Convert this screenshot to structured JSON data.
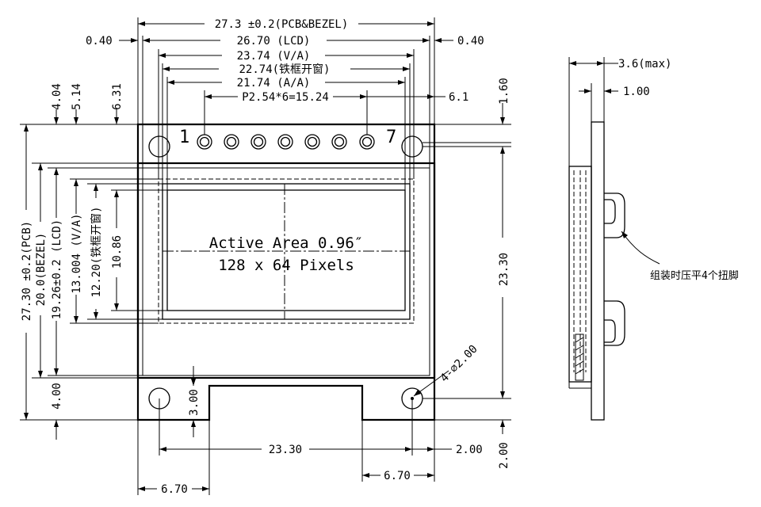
{
  "front_view": {
    "dims": {
      "pcb_bezel_width": "27.3 ±0.2(PCB&BEZEL)",
      "lcd_width": "26.70 (LCD)",
      "va_width": "23.74 (V/A)",
      "frame_window_width": "22.74(铁框开窗)",
      "aa_width": "21.74 (A/A)",
      "pin_pitch": "P2.54*6=15.24",
      "left_margin": "0.40",
      "right_margin": "0.40",
      "pin_offset": "6.1",
      "top_margin": "1.60",
      "hole_pitch_v": "23.30",
      "hole_pitch_h": "23.30",
      "hole_edge_right": "2.00",
      "hole_edge_bottom": "2.00",
      "tab_offset_left": "6.70",
      "tab_offset_right": "6.70",
      "tab_height": "3.00",
      "hole_spec": "4-⌀2.00",
      "v_top_404": "4.04",
      "v_top_514": "5.14",
      "v_top_631": "6.31",
      "v_bottom_400": "4.00",
      "pcb_height": "27.30 ±0.2(PCB)",
      "bezel_height": "20.0(BEZEL)",
      "lcd_height": "19.26±0.2 (LCD)",
      "va_height": "13.004 (V/A)",
      "frame_window_height": "12.20(铁框开窗)",
      "aa_height": "10.86"
    },
    "pin_first": "1",
    "pin_last": "7",
    "active_area_title": "Active Area 0.96″",
    "active_area_resolution": "128 x 64 Pixels"
  },
  "side_view": {
    "thickness_max": "3.6(max)",
    "pcb_thickness": "1.00",
    "note": "组装时压平4个扭脚"
  }
}
